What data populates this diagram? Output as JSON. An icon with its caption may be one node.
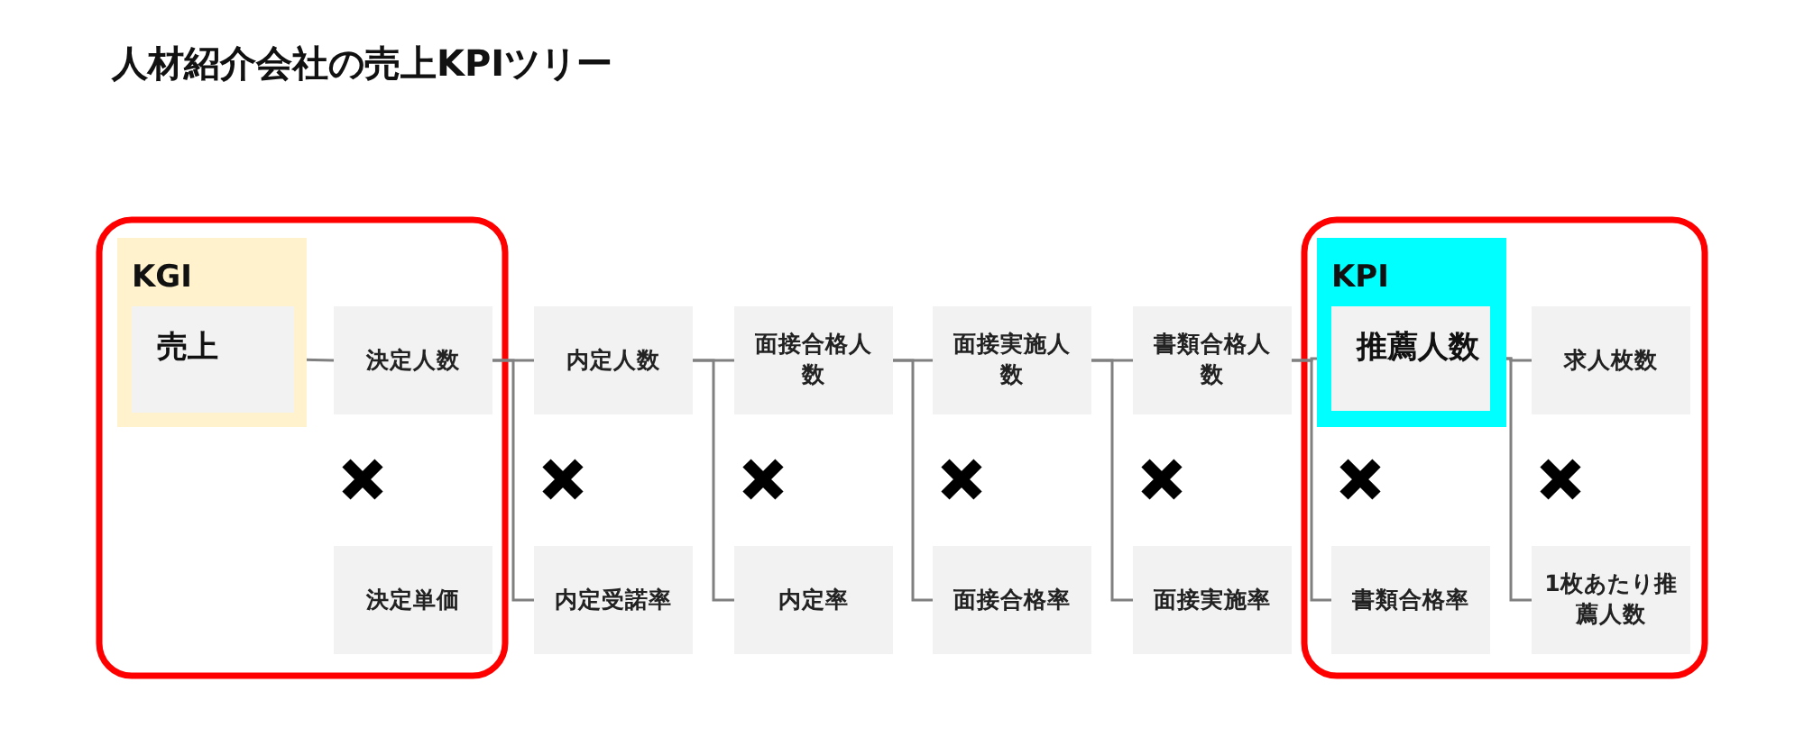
{
  "diagram": {
    "title": "人材紹介会社の売上KPIツリー",
    "nodes": [
      {
        "text": [
          "KGI"
        ]
      },
      {
        "text": [
          "売上"
        ],
        "in": 0
      },
      {
        "text": [
          "決定人数"
        ]
      },
      {
        "text": [
          "決定単価"
        ]
      },
      {
        "text": [
          "内定人数"
        ]
      },
      {
        "text": [
          "内定受諾率"
        ]
      },
      {
        "text": [
          "面接合格人数"
        ]
      },
      {
        "text": [
          "内定率"
        ]
      },
      {
        "text": [
          "面接実施人数"
        ]
      },
      {
        "text": [
          "面接合格率"
        ]
      },
      {
        "text": [
          "書類合格人数"
        ]
      },
      {
        "text": [
          "面接実施率"
        ]
      },
      {
        "text": [
          "KPI"
        ]
      },
      {
        "text": [
          "推薦人数"
        ],
        "in": 12
      },
      {
        "text": [
          "書類合格率"
        ]
      },
      {
        "text": [
          "求人枚数"
        ]
      },
      {
        "text": [
          "1枚あたり推薦人数"
        ]
      }
    ],
    "edges": [
      {
        "from": 1,
        "to": 2,
        "arrow": "none"
      },
      {
        "from": 2,
        "to": 4,
        "arrow": "none"
      },
      {
        "from": 2,
        "to": 5,
        "arrow": "none"
      },
      {
        "from": 4,
        "to": 6,
        "arrow": "none"
      },
      {
        "from": 4,
        "to": 7,
        "arrow": "none"
      },
      {
        "from": 6,
        "to": 8,
        "arrow": "none"
      },
      {
        "from": 6,
        "to": 9,
        "arrow": "none"
      },
      {
        "from": 8,
        "to": 10,
        "arrow": "none"
      },
      {
        "from": 8,
        "to": 11,
        "arrow": "none"
      },
      {
        "from": 10,
        "to": 13,
        "arrow": "none"
      },
      {
        "from": 10,
        "to": 14,
        "arrow": "none"
      },
      {
        "from": 13,
        "to": 15,
        "arrow": "none"
      },
      {
        "from": 13,
        "to": 16,
        "arrow": "none"
      }
    ]
  }
}
